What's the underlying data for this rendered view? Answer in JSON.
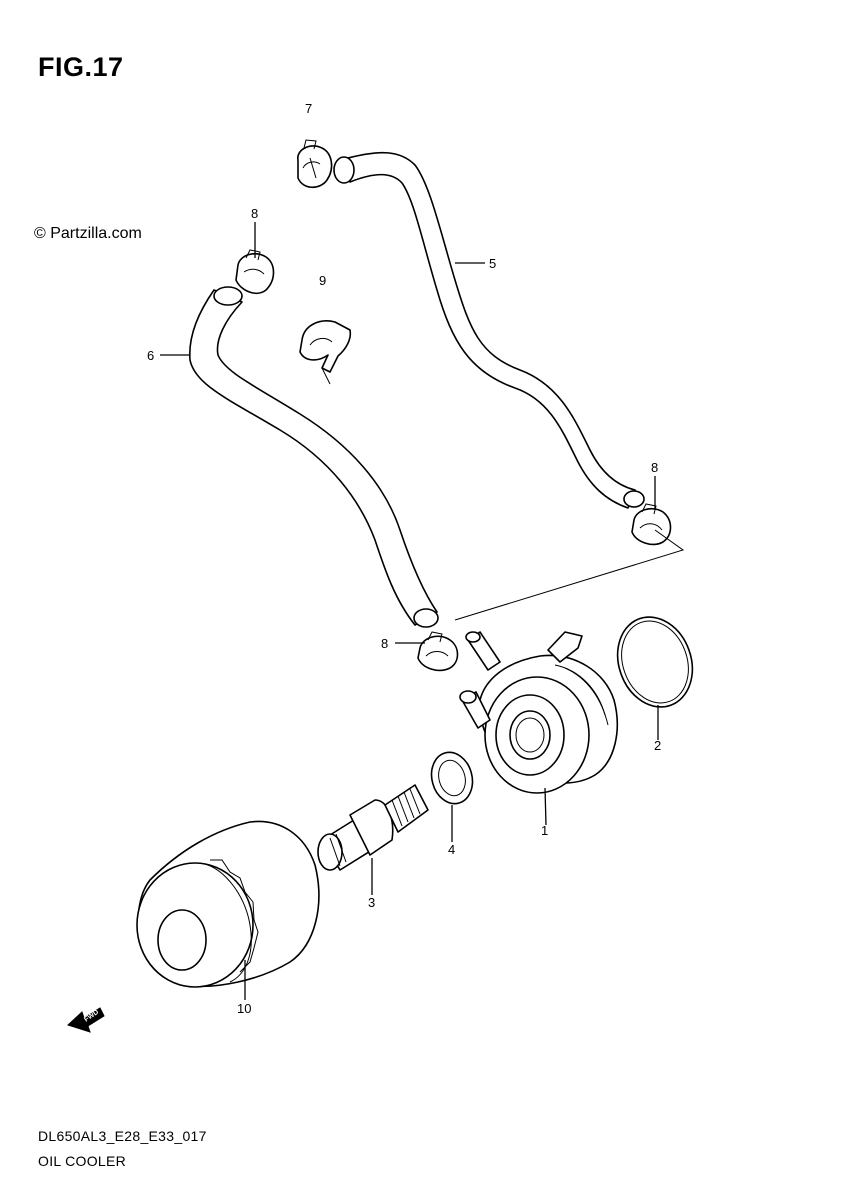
{
  "figure": {
    "title": "FIG.17",
    "watermark": "© Partzilla.com",
    "code": "DL650AL3_E28_E33_017",
    "name": "OIL COOLER",
    "fwd_label": "FWD"
  },
  "callouts": [
    {
      "id": "c1",
      "label": "1"
    },
    {
      "id": "c2",
      "label": "2"
    },
    {
      "id": "c3",
      "label": "3"
    },
    {
      "id": "c4",
      "label": "4"
    },
    {
      "id": "c5",
      "label": "5"
    },
    {
      "id": "c6",
      "label": "6"
    },
    {
      "id": "c7",
      "label": "7"
    },
    {
      "id": "c8a",
      "label": "8"
    },
    {
      "id": "c8b",
      "label": "8"
    },
    {
      "id": "c8c",
      "label": "8"
    },
    {
      "id": "c9",
      "label": "9"
    },
    {
      "id": "c10",
      "label": "10"
    }
  ]
}
